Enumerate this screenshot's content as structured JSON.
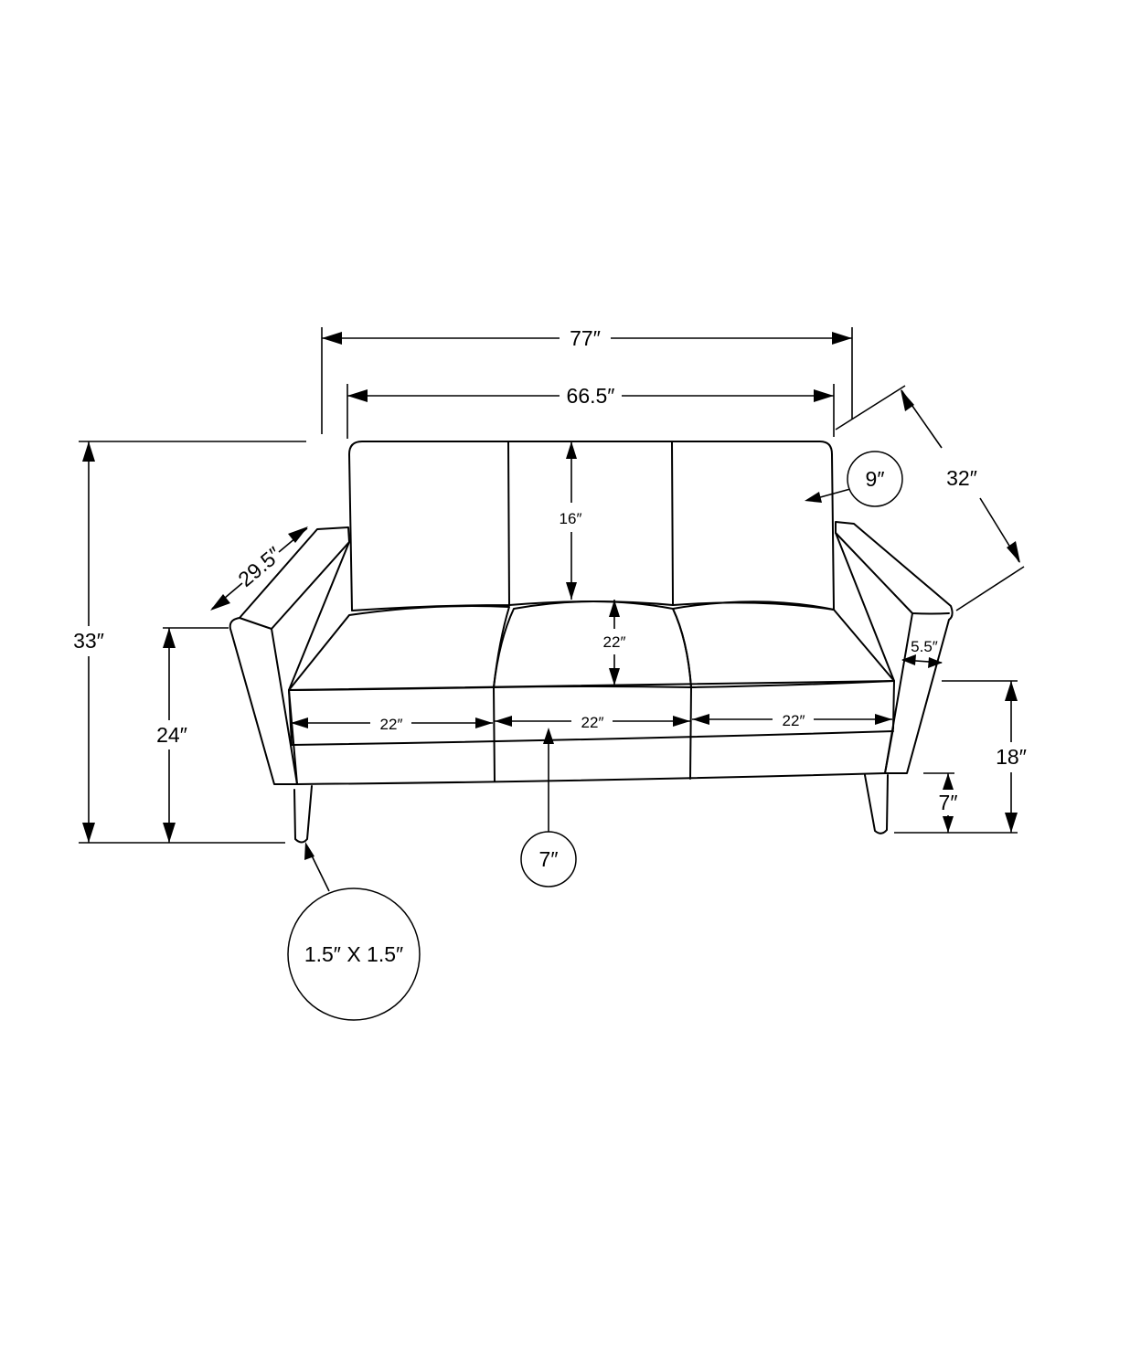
{
  "colors": {
    "line": "#000000",
    "background": "#ffffff"
  },
  "dimensions": {
    "overall_width": "77″",
    "back_width": "66.5″",
    "overall_depth": "32″",
    "arm_depth": "29.5″",
    "overall_height": "33″",
    "arm_height": "24″",
    "seat_height": "18″",
    "leg_height": "7″",
    "back_height": "16″",
    "seat_cushion_depth": "22″",
    "arm_width": "5.5″",
    "seat_width_left": "22″",
    "seat_width_center": "22″",
    "seat_width_right": "22″"
  },
  "callouts": {
    "back_cushion_thickness": "9″",
    "seat_thickness": "7″",
    "leg_size": "1.5″ X 1.5″"
  }
}
